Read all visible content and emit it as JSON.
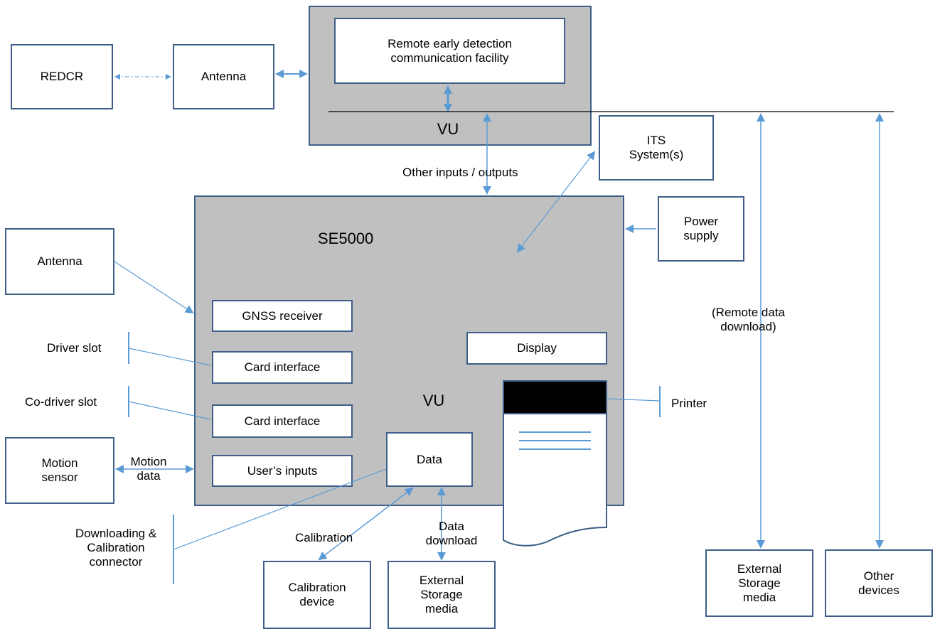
{
  "nodes": {
    "redcr": "REDCR",
    "antenna_top": "Antenna",
    "remote_facility": "Remote early detection communication facility",
    "vu_top": "VU",
    "its_system": "ITS System(s)",
    "other_io": "Other inputs / outputs",
    "se5000": "SE5000",
    "power_supply": "Power supply",
    "antenna_left": "Antenna",
    "gnss_receiver": "GNSS receiver",
    "driver_slot": "Driver slot",
    "card_interface_1": "Card interface",
    "co_driver_slot": "Co-driver slot",
    "card_interface_2": "Card interface",
    "vu_main": "VU",
    "display": "Display",
    "printer": "Printer",
    "remote_data_download": "(Remote data download)",
    "motion_sensor": "Motion sensor",
    "motion_data": "Motion data",
    "users_inputs": "User’s inputs",
    "data": "Data",
    "downloading_connector": "Downloading & Calibration connector",
    "calibration": "Calibration",
    "data_download": "Data download",
    "calibration_device": "Calibration device",
    "ext_storage_bottom": "External Storage media",
    "ext_storage_right": "External Storage media",
    "other_devices": "Other devices"
  },
  "colors": {
    "line": "#5b9bd5",
    "border": "#3f5f8a",
    "gray": "#c0c0c0",
    "printer_screen": "#000000"
  }
}
